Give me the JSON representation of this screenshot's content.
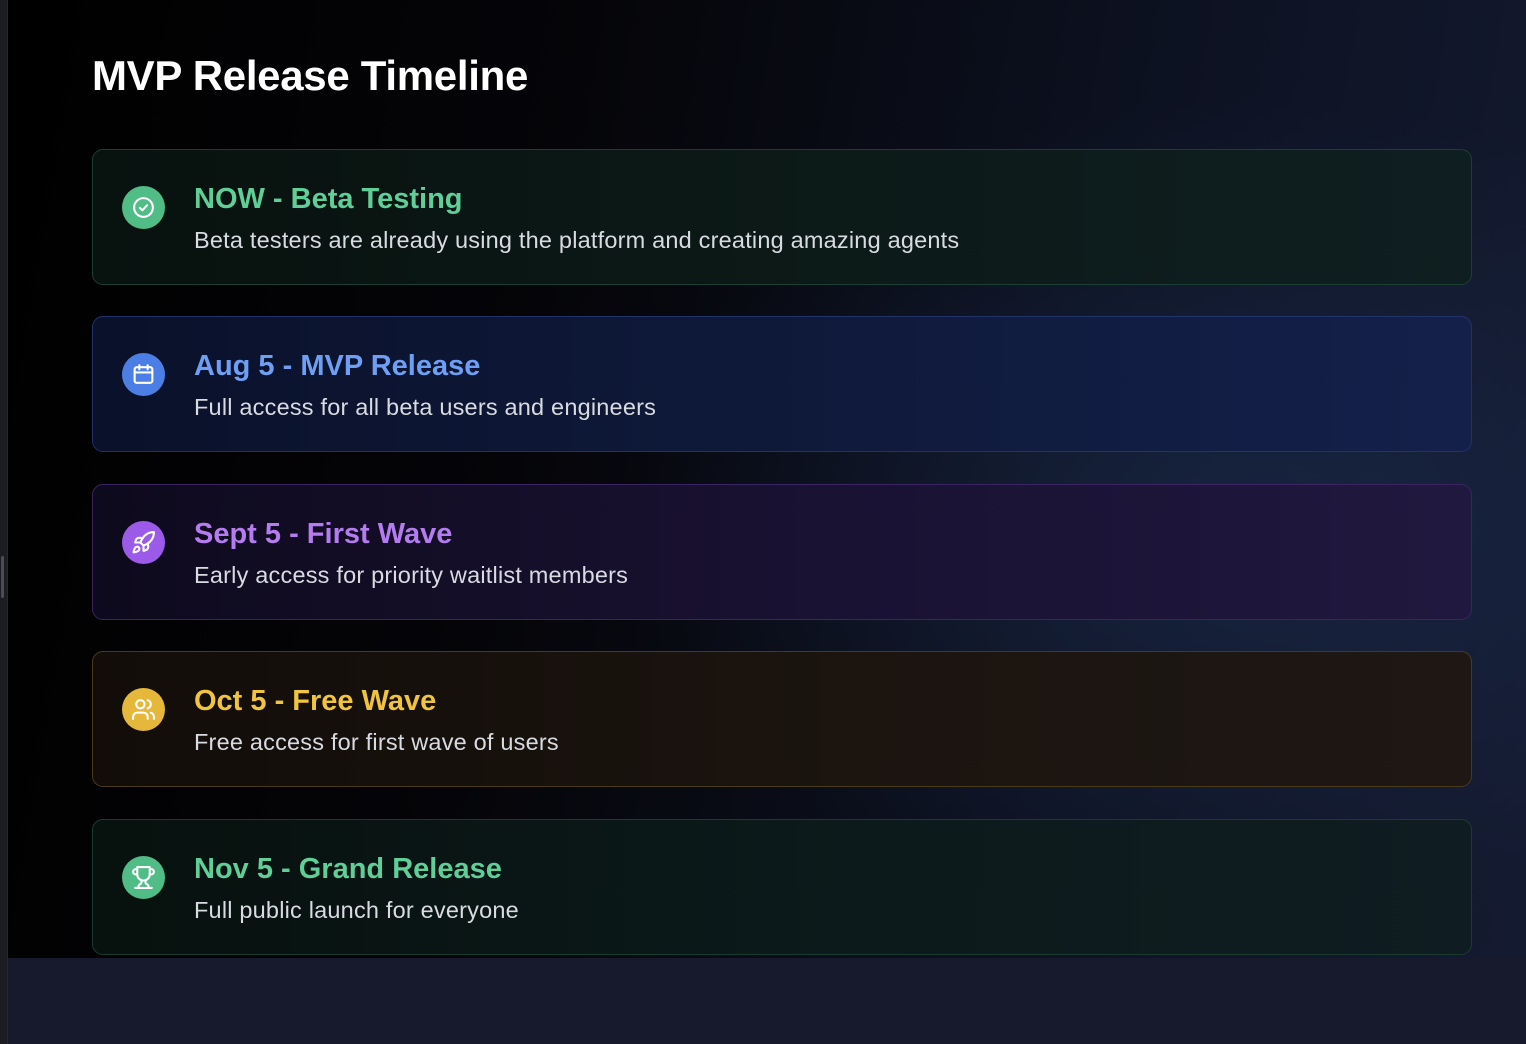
{
  "page": {
    "title": "MVP Release Timeline"
  },
  "milestones": [
    {
      "title": "NOW - Beta Testing",
      "description": "Beta testers are already using the platform and creating amazing agents",
      "icon": "check-circle-icon",
      "accent": "#5fce97",
      "icon_bg": "#4fbd85"
    },
    {
      "title": "Aug 5 - MVP Release",
      "description": "Full access for all beta users and engineers",
      "icon": "calendar-icon",
      "accent": "#6e9ff3",
      "icon_bg": "#4b7fe6"
    },
    {
      "title": "Sept 5 - First Wave",
      "description": "Early access for priority waitlist members",
      "icon": "rocket-icon",
      "accent": "#b57cf0",
      "icon_bg": "#9b5be8"
    },
    {
      "title": "Oct 5 - Free Wave",
      "description": "Free access for first wave of users",
      "icon": "users-icon",
      "accent": "#f0c340",
      "icon_bg": "#e5b73a"
    },
    {
      "title": "Nov 5 - Grand Release",
      "description": "Full public launch for everyone",
      "icon": "trophy-icon",
      "accent": "#5fce97",
      "icon_bg": "#4fbd85"
    }
  ]
}
